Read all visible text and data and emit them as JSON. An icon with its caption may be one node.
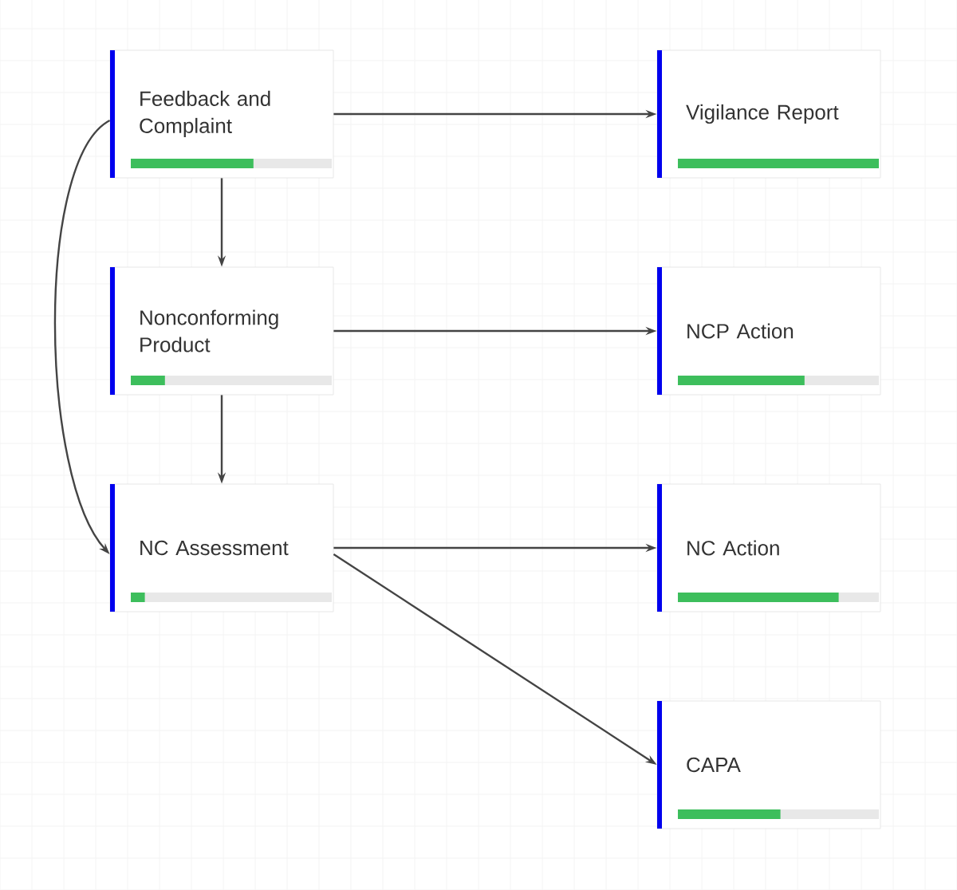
{
  "diagram": {
    "nodes": [
      {
        "text": [
          "Feedback and Complaint"
        ]
      },
      {
        "text": [
          "Vigilance Report"
        ]
      },
      {
        "text": [
          "Nonconforming Product"
        ]
      },
      {
        "text": [
          "NCP Action"
        ]
      },
      {
        "text": [
          "NC Assessment"
        ]
      },
      {
        "text": [
          "NC Action"
        ]
      },
      {
        "text": [
          "CAPA"
        ]
      }
    ],
    "edges": [
      {
        "from": 0,
        "to": 1,
        "arrow": "to"
      },
      {
        "from": 0,
        "to": 2,
        "arrow": "to"
      },
      {
        "from": 0,
        "to": 4,
        "arrow": "to"
      },
      {
        "from": 2,
        "to": 3,
        "arrow": "to"
      },
      {
        "from": 2,
        "to": 4,
        "arrow": "to"
      },
      {
        "from": 4,
        "to": 5,
        "arrow": "to"
      },
      {
        "from": 4,
        "to": 6,
        "arrow": "to"
      }
    ]
  }
}
